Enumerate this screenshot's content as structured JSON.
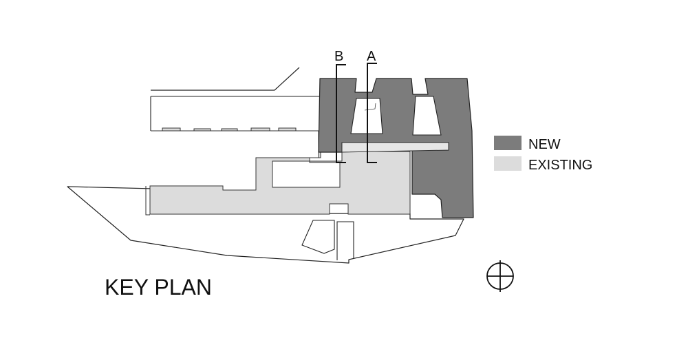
{
  "title": "KEY PLAN",
  "sections": [
    {
      "id": "A",
      "label": "A"
    },
    {
      "id": "B",
      "label": "B"
    }
  ],
  "legend": [
    {
      "key": "new",
      "label": "NEW",
      "color": "#7c7c7c"
    },
    {
      "key": "existing",
      "label": "EXISTING",
      "color": "#dcdcdc"
    }
  ],
  "colors": {
    "line": "#222222",
    "new_fill": "#7c7c7c",
    "existing_fill": "#dcdcdc",
    "background": "#ffffff"
  },
  "north_symbol": "north-arrow-icon"
}
